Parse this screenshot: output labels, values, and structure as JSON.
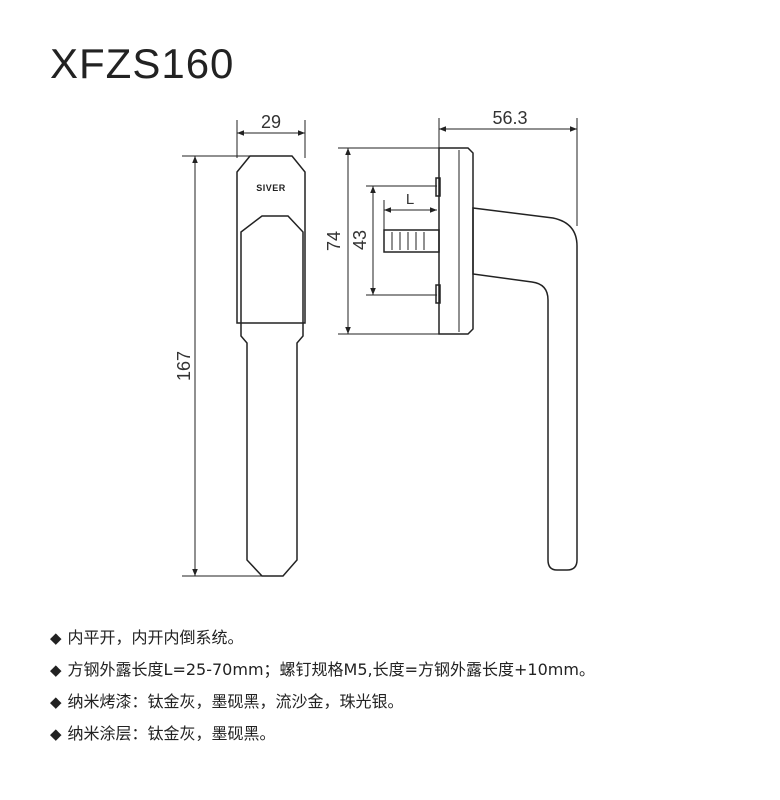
{
  "title": "XFZS160",
  "logo_text": "SIVER",
  "dimensions": {
    "front_width": "29",
    "front_height": "167",
    "side_depth": "56.3",
    "side_base_height": "74",
    "side_spindle_offset": "43",
    "side_spindle_length": "L"
  },
  "features": [
    {
      "icon": "diamond-bullet-icon",
      "text": "内平开，内开内倒系统。"
    },
    {
      "icon": "diamond-bullet-icon",
      "text": "方钢外露长度L=25-70mm；螺钉规格M5,长度=方钢外露长度+10mm。"
    },
    {
      "icon": "diamond-bullet-icon",
      "text": "纳米烤漆：钛金灰，墨砚黑，流沙金，珠光银。"
    },
    {
      "icon": "diamond-bullet-icon",
      "text": "纳米涂层：钛金灰，墨砚黑。"
    }
  ]
}
